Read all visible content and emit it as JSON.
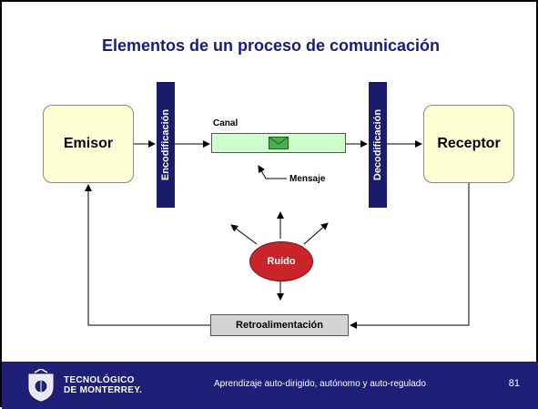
{
  "title": "Elementos de un proceso de comunicación",
  "nodes": {
    "emisor": "Emisor",
    "receptor": "Receptor",
    "encodificacion": "Encodificación",
    "decodificacion": "Decodificación",
    "canal": "Canal",
    "mensaje": "Mensaje",
    "ruido": "Ruido",
    "retroalimentacion": "Retroalimentación"
  },
  "icons": {
    "message": "envelope-icon",
    "logo": "tec-monterrey-emblem-icon"
  },
  "footer": {
    "logo_line1": "TECNOLÓGICO",
    "logo_line2": "DE MONTERREY.",
    "subtitle": "Aprendizaje auto-dirigido, autónomo y auto-regulado",
    "page_number": "81"
  },
  "colors": {
    "title": "#1a1a80",
    "bar": "#1b1b6b",
    "node_fill": "#ffffd6",
    "canal_fill": "#ccffcc",
    "ruido_fill": "#c8242a",
    "retro_fill": "#d4d4d4",
    "footer": "#1f1f78"
  }
}
